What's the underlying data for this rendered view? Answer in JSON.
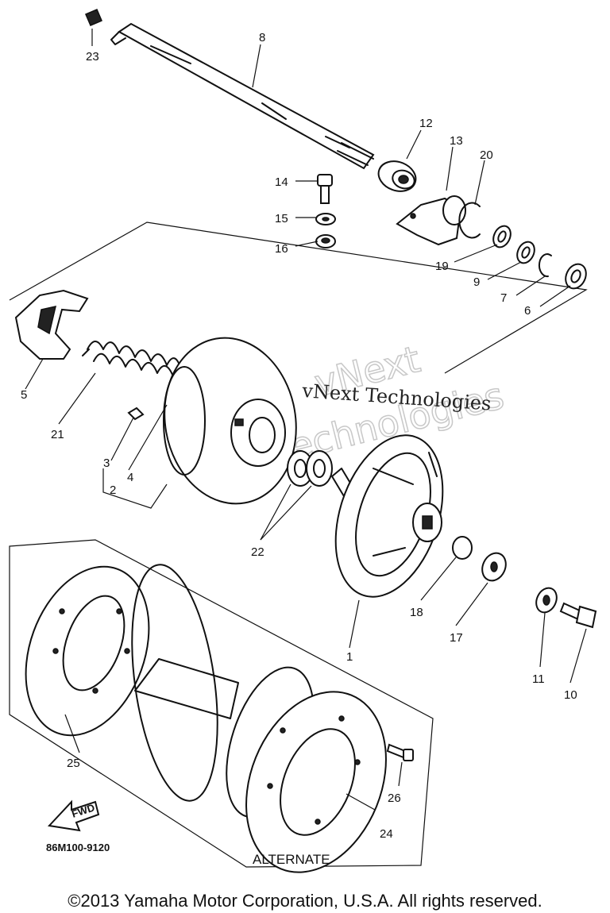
{
  "diagram": {
    "callouts": [
      "1",
      "2",
      "3",
      "4",
      "5",
      "6",
      "7",
      "8",
      "9",
      "10",
      "11",
      "12",
      "13",
      "14",
      "15",
      "16",
      "17",
      "18",
      "19",
      "20",
      "21",
      "22",
      "23",
      "24",
      "25",
      "26"
    ],
    "box_label": "ALTERNATE",
    "figure_code": "86M100-9120",
    "fwd_label": "FWD"
  },
  "watermark": {
    "line1": "vNext Technologies",
    "ghost1": "vNext",
    "ghost2": "Technologies"
  },
  "footer": {
    "copyright": "©2013 Yamaha Motor Corporation, U.S.A. All rights reserved."
  }
}
